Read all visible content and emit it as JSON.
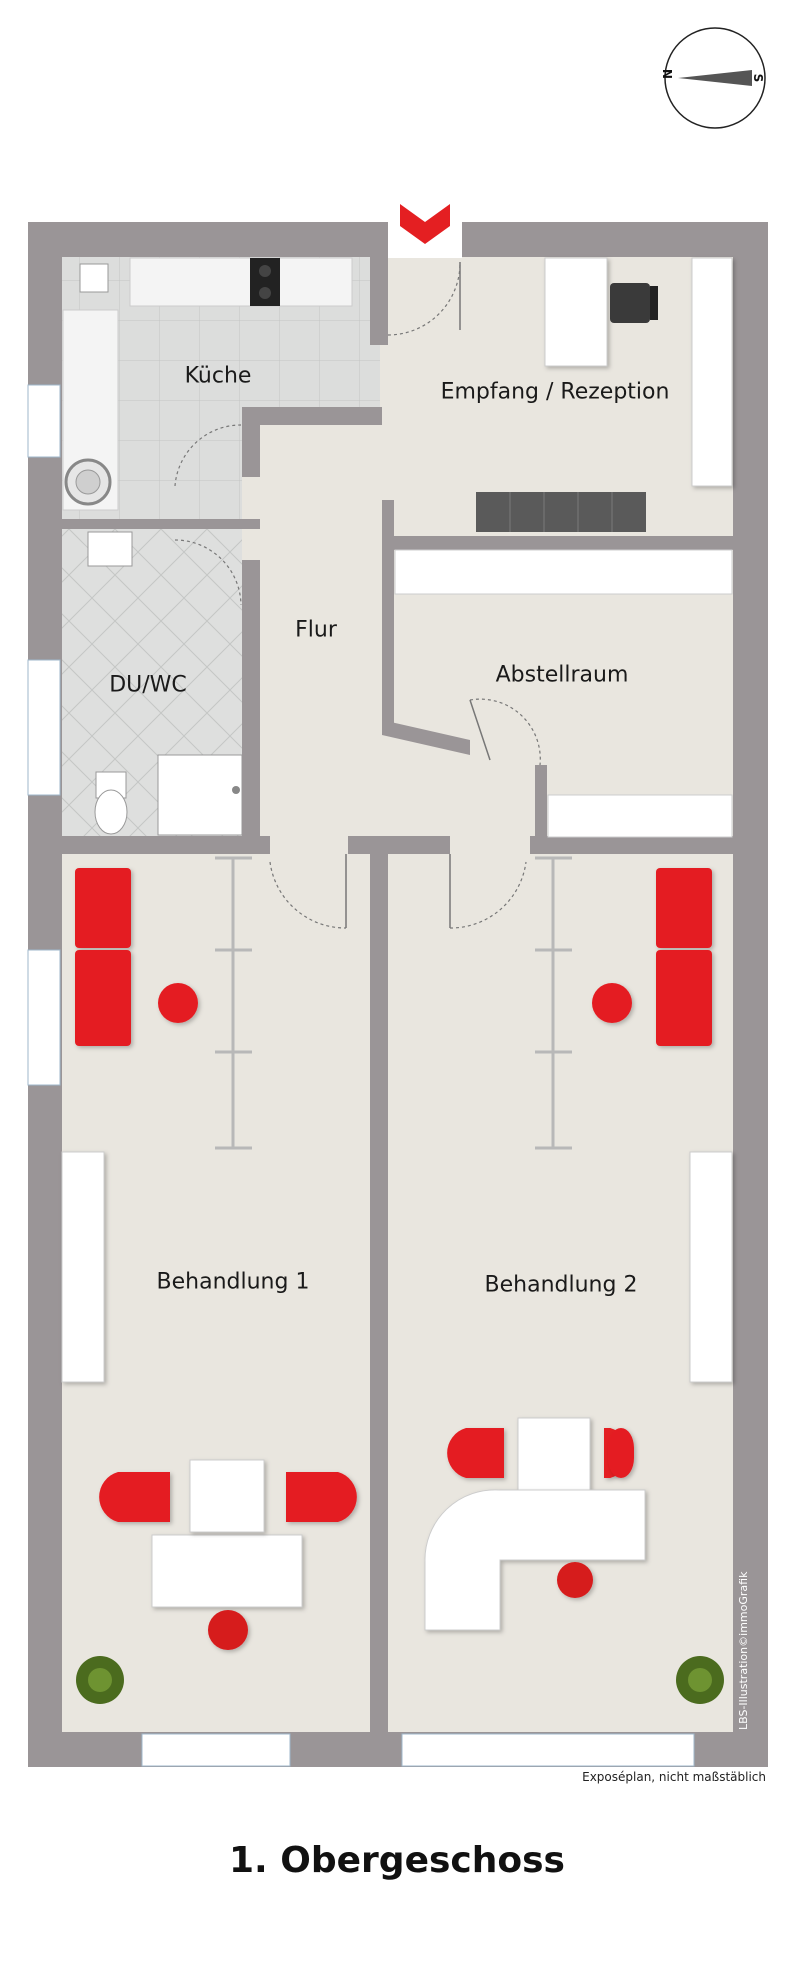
{
  "rooms": {
    "kueche": "Küche",
    "empfang": "Empfang / Rezeption",
    "flur": "Flur",
    "duwc": "DU/WC",
    "abstellraum": "Abstellraum",
    "behandlung1": "Behandlung 1",
    "behandlung2": "Behandlung 2"
  },
  "compass": {
    "north": "N",
    "south": "S"
  },
  "credit": "LBS-Illustration©immoGrafik",
  "note": "Exposéplan, nicht maßstäblich",
  "floor_title": "1. Obergeschoss",
  "colors": {
    "wall": "#9a9597",
    "floor": "#e9e6df",
    "tile": "#d8d9d8",
    "accent": "#e41f22",
    "furniture": "#ffffff"
  },
  "icons": [
    "compass-icon",
    "entrance-arrow-icon",
    "plant-icon",
    "sink-icon",
    "toilet-icon",
    "shower-icon",
    "stove-icon",
    "chair-icon",
    "couch-icon",
    "desk-icon"
  ]
}
